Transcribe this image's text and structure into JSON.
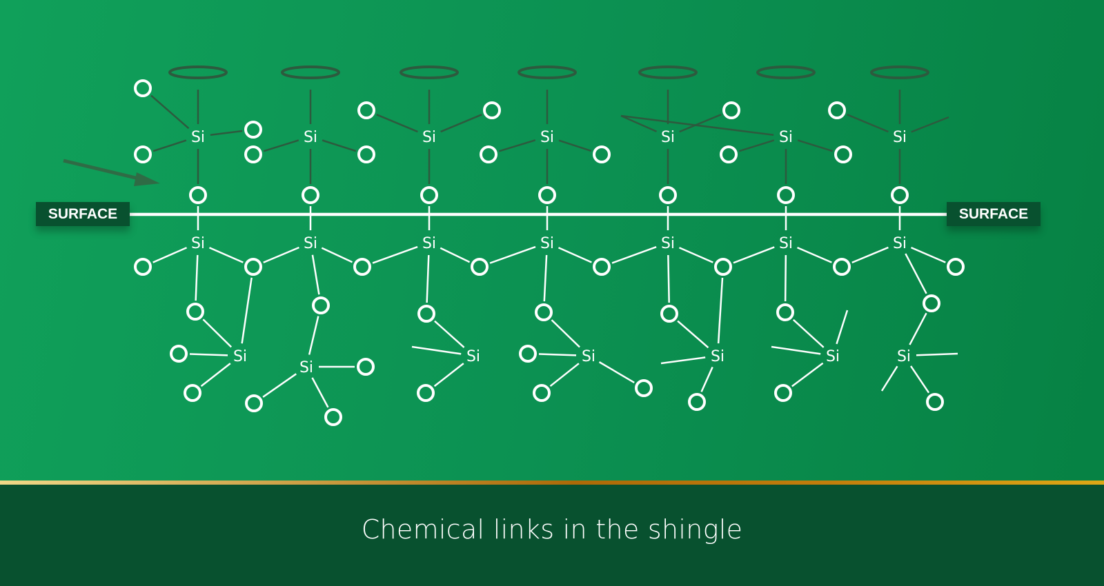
{
  "diagram": {
    "surface_label_left": "SURFACE",
    "surface_label_right": "SURFACE",
    "atom_labels": {
      "silicon": "Si",
      "oxygen_icon": "circle"
    },
    "colors": {
      "background": "#0c9152",
      "surface_line": "#ffffff",
      "upper_bonds": "#2d5a3e",
      "lower_bonds": "#ffffff",
      "arrow": "#2f6b45",
      "label_bg": "#08512f",
      "gold_stripe": "#ad6a08"
    }
  },
  "footer": {
    "caption": "Chemical links in the shingle"
  }
}
